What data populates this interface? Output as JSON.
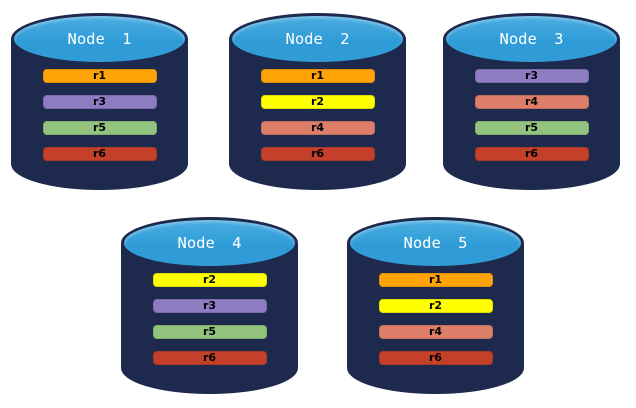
{
  "node_style": {
    "body_color": "#1e2a4d",
    "top_color": "#2f9cd7",
    "title_color": "#ffffff",
    "bar_text_color": "#000000"
  },
  "palette": {
    "r1": "#ffa307",
    "r2": "#ffff00",
    "r3": "#8e7cc3",
    "r4": "#dd7e6b",
    "r5": "#93c47d",
    "r6": "#c5402a"
  },
  "nodes": [
    {
      "label": "Node 1",
      "replicas": [
        "r1",
        "r3",
        "r5",
        "r6"
      ]
    },
    {
      "label": "Node 2",
      "replicas": [
        "r1",
        "r2",
        "r4",
        "r6"
      ]
    },
    {
      "label": "Node 3",
      "replicas": [
        "r3",
        "r4",
        "r5",
        "r6"
      ]
    },
    {
      "label": "Node 4",
      "replicas": [
        "r2",
        "r3",
        "r5",
        "r6"
      ]
    },
    {
      "label": "Node 5",
      "replicas": [
        "r1",
        "r2",
        "r4",
        "r6"
      ]
    }
  ]
}
